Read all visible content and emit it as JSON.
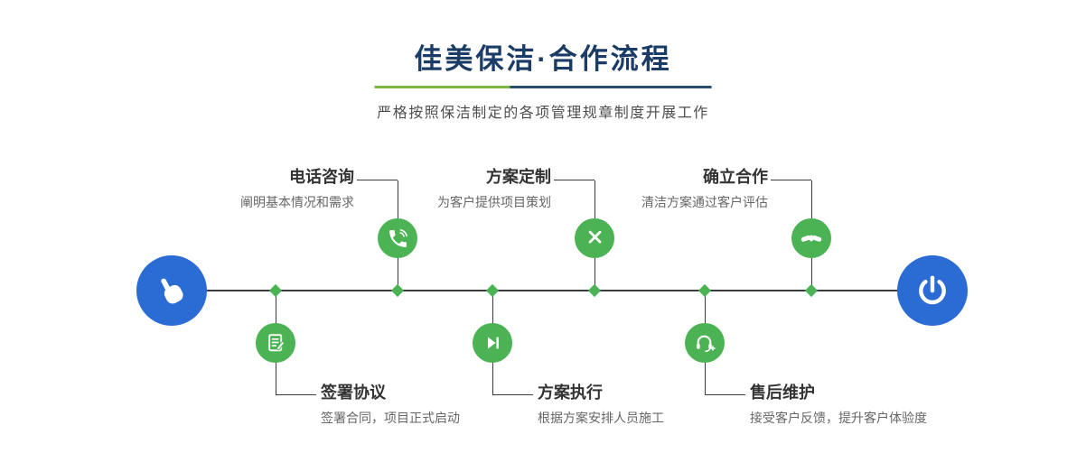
{
  "header": {
    "title": "佳美保洁·合作流程",
    "subtitle": "严格按照保洁制定的各项管理规章制度开展工作"
  },
  "colors": {
    "title_navy": "#1b3c66",
    "accent_green": "#4cb354",
    "accent_blue": "#2b6bd4",
    "divider_green": "#7cb742",
    "divider_navy": "#2a4a70",
    "line_dark": "#3c3c3c",
    "step_title_text": "#333333",
    "step_desc_text": "#666666"
  },
  "timeline": {
    "start_node": {
      "icon": "hand-pointer-icon"
    },
    "end_node": {
      "icon": "power-icon"
    },
    "top_steps": [
      {
        "title": "电话咨询",
        "desc": "阐明基本情况和需求",
        "icon": "phone-icon"
      },
      {
        "title": "方案定制",
        "desc": "为客户提供项目策划",
        "icon": "pen-design-icon"
      },
      {
        "title": "确立合作",
        "desc": "清洁方案通过客户评估",
        "icon": "handshake-icon"
      }
    ],
    "bottom_steps": [
      {
        "title": "签署协议",
        "desc": "签署合同，项目正式启动",
        "icon": "contract-icon"
      },
      {
        "title": "方案执行",
        "desc": "根据方案安排人员施工",
        "icon": "play-icon"
      },
      {
        "title": "售后维护",
        "desc": "接受客户反馈，提升客户体验度",
        "icon": "headset-icon"
      }
    ]
  }
}
